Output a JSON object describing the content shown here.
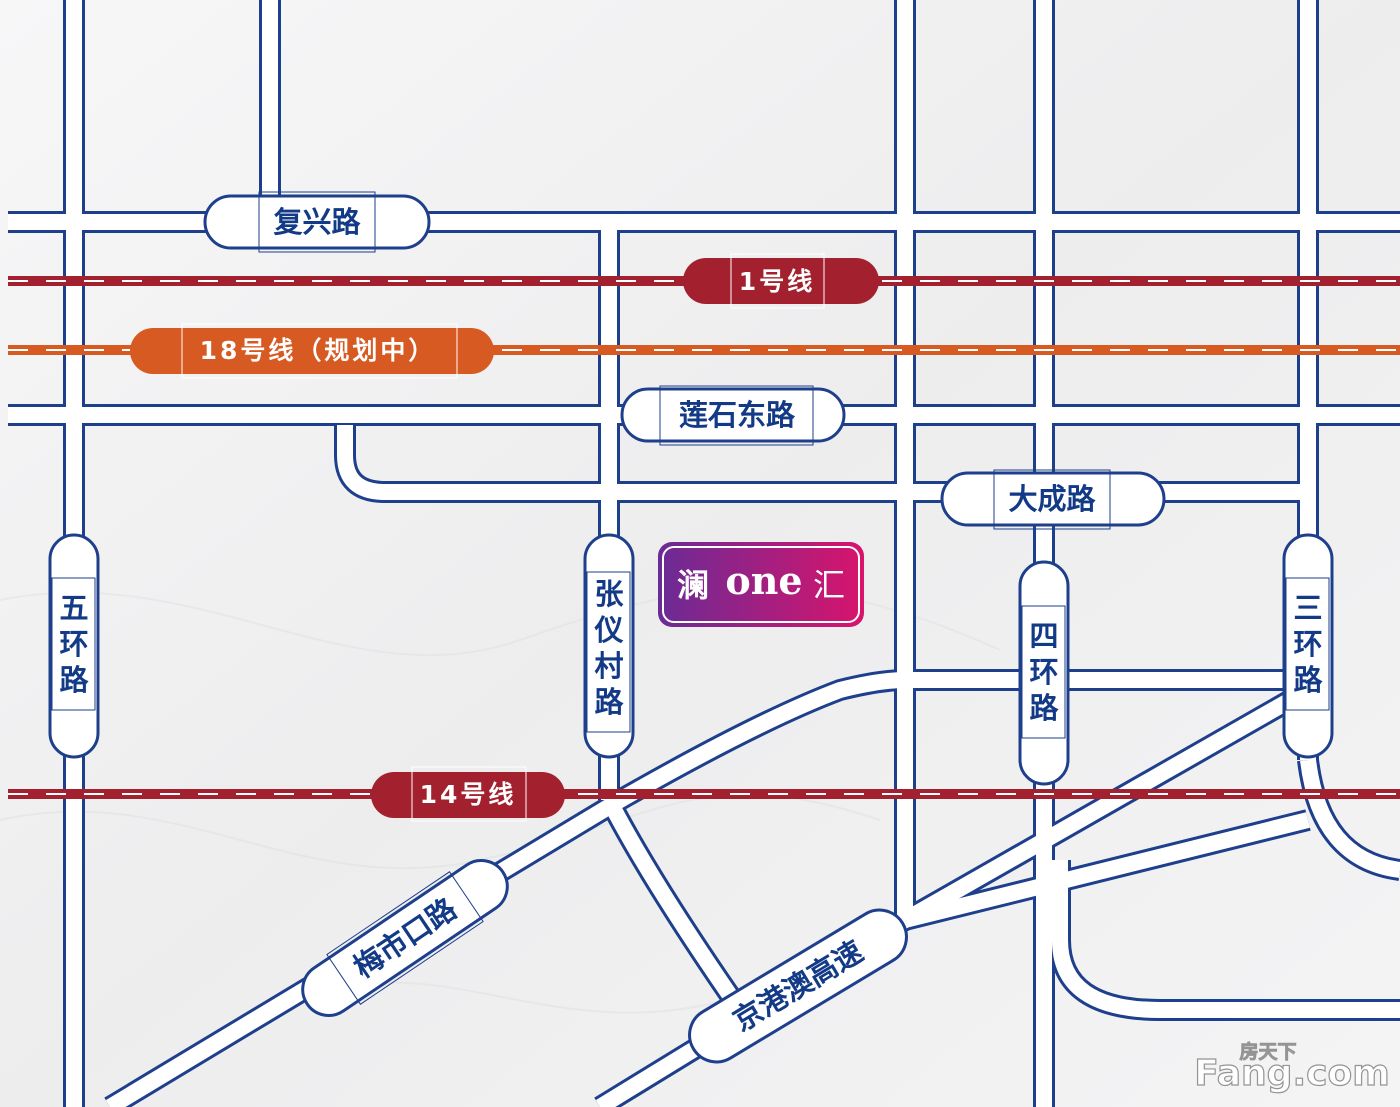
{
  "colors": {
    "background": "#f3f3f4",
    "road_outline": "#1e3f8c",
    "road_fill": "#ffffff",
    "label_text": "#123a86",
    "metro_line_red": "#a3212e",
    "metro_line_orange": "#d65a22",
    "project_gradient_start": "#6a2b96",
    "project_gradient_end": "#d8146c"
  },
  "roads": {
    "fuxing": "复兴路",
    "lianshi_east": "莲石东路",
    "dacheng": "大成路",
    "fifth_ring_chars": [
      "五",
      "环",
      "路"
    ],
    "zhangyicun_chars": [
      "张",
      "仪",
      "村",
      "路"
    ],
    "fourth_ring_chars": [
      "四",
      "环",
      "路"
    ],
    "third_ring_chars": [
      "三",
      "环",
      "路"
    ],
    "meishikou": "梅市口路",
    "jinggangao": "京港澳高速"
  },
  "metro": {
    "line1": "1号线",
    "line18": "18号线（规划中）",
    "line14": "14号线"
  },
  "project": {
    "name_prefix": "澜",
    "name_latin": "one",
    "name_suffix": "汇"
  },
  "watermark": {
    "chinese": "房天下",
    "latin": "Fang.com"
  }
}
